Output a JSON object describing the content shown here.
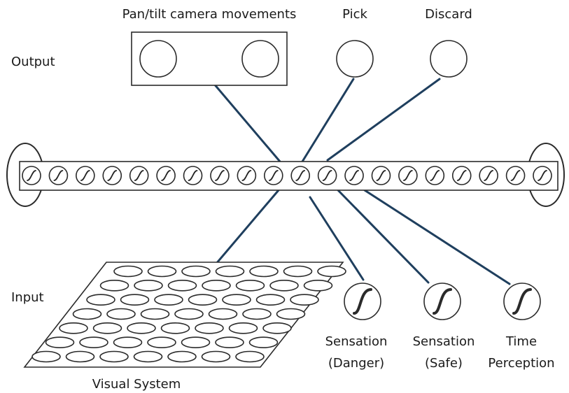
{
  "labels": {
    "output": "Output",
    "input": "Input",
    "pan_tilt": "Pan/tilt camera movements",
    "pick": "Pick",
    "discard": "Discard",
    "visual_system": "Visual System",
    "sensation_danger_1": "Sensation",
    "sensation_danger_2": "(Danger)",
    "sensation_safe_1": "Sensation",
    "sensation_safe_2": "(Safe)",
    "time_1": "Time",
    "time_2": "Perception"
  },
  "structure": {
    "hidden_neuron_count": 20,
    "visual_grid_rows": 7,
    "visual_grid_cols": 7,
    "pan_tilt_units": 2
  },
  "colors": {
    "connection": "#1f3f5e",
    "outline": "#2b2b2b"
  }
}
